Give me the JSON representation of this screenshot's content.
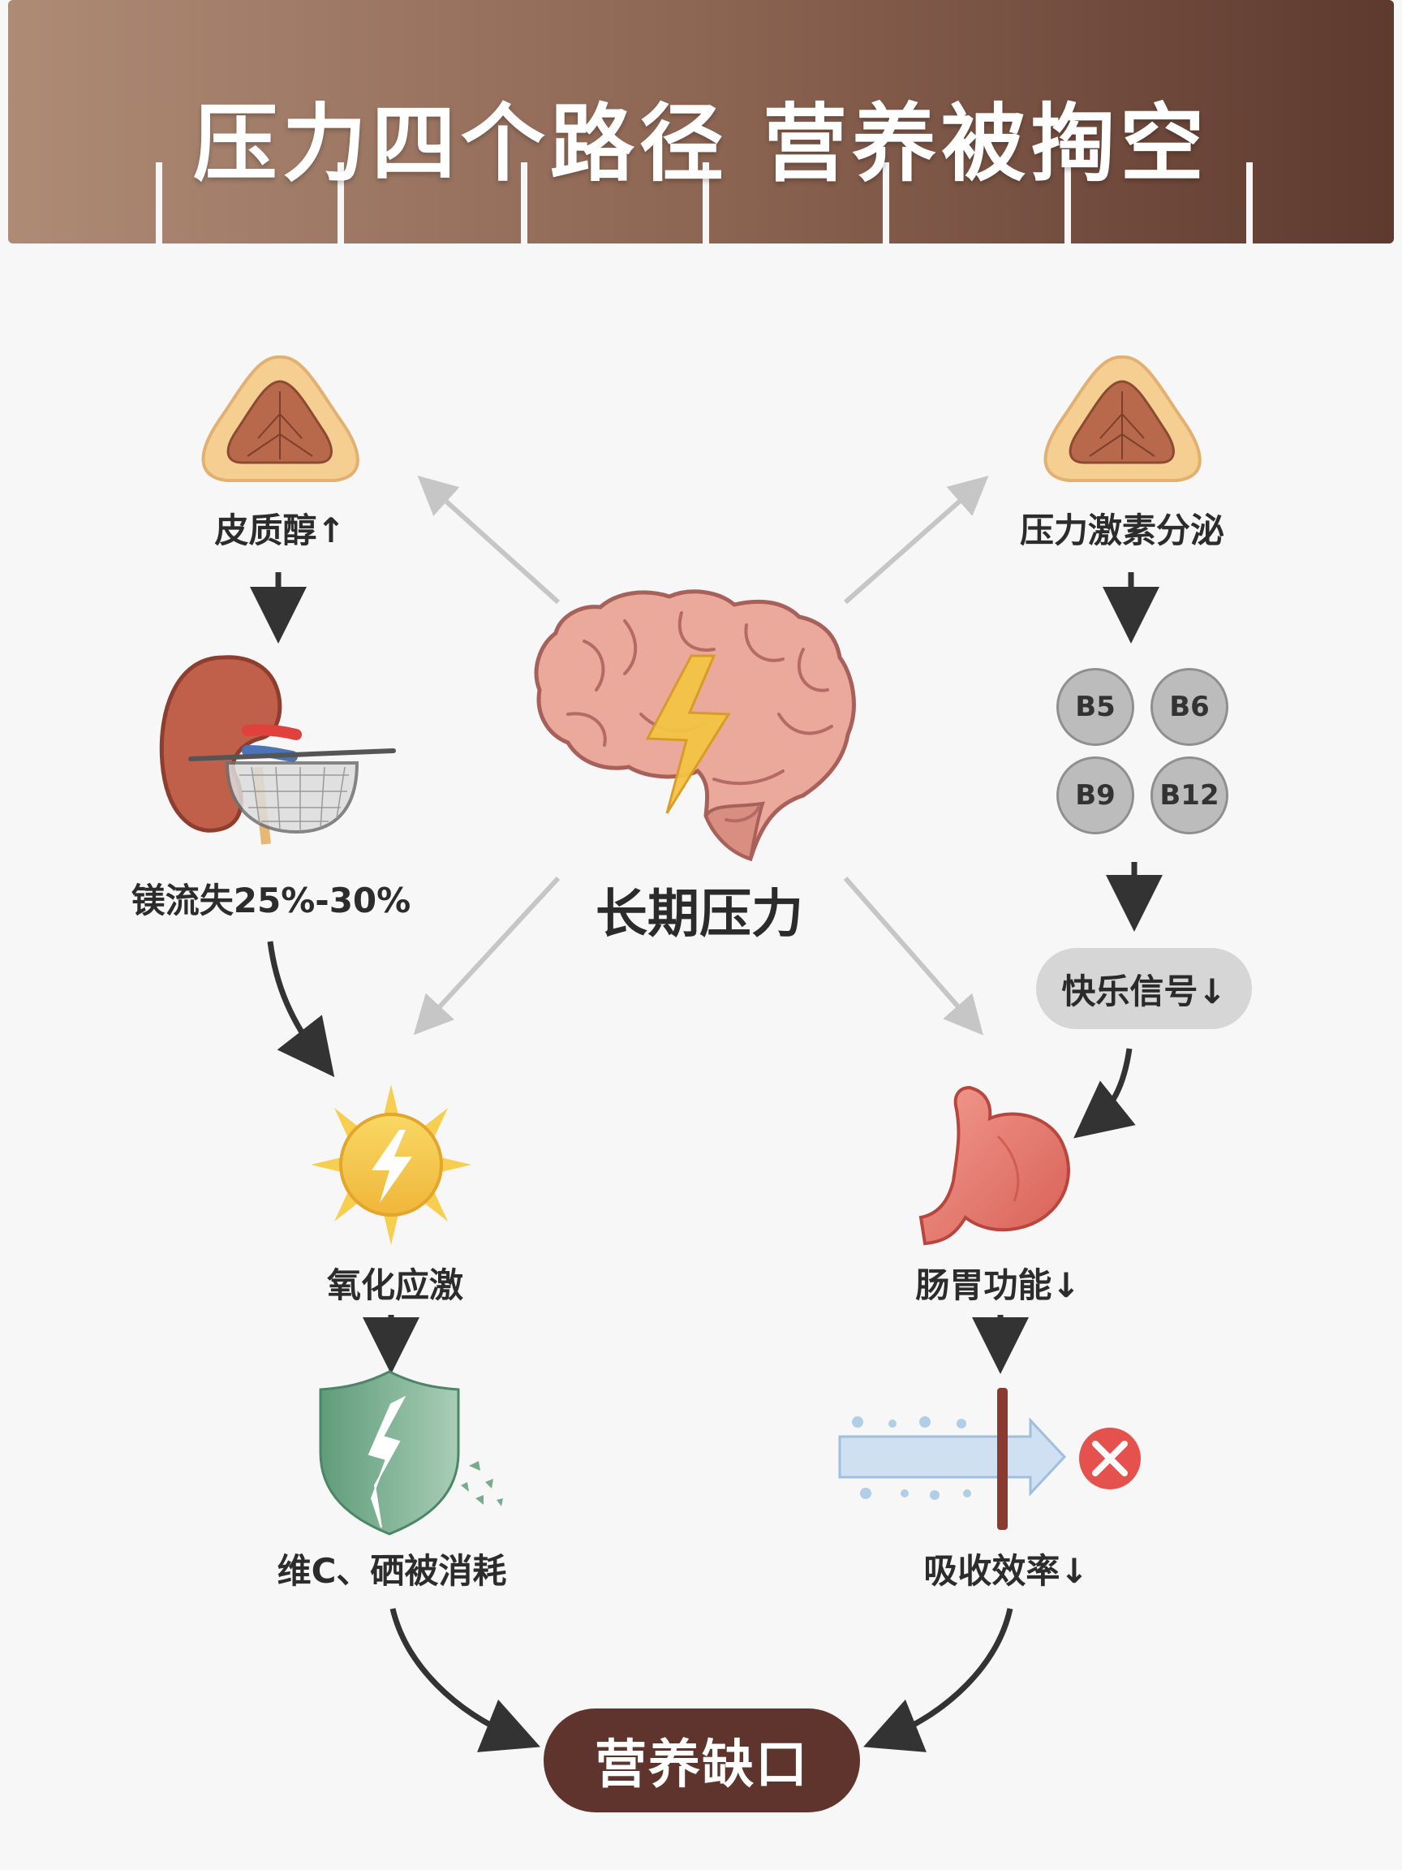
{
  "title": "压力四个路径 营养被掏空",
  "center": {
    "label": "长期压力"
  },
  "left_path": {
    "step1": "皮质醇↑",
    "step2": "镁流失25%-30%",
    "step3": "氧化应激",
    "step4": "维C、硒被消耗"
  },
  "right_path": {
    "step1": "压力激素分泌",
    "vitamins": [
      "B5",
      "B6",
      "B9",
      "B12"
    ],
    "step2": "快乐信号↓",
    "step3": "肠胃功能↓",
    "step4": "吸收效率↓"
  },
  "result": "营养缺口",
  "colors": {
    "banner_left": "#a88570",
    "banner_right": "#5f3a2f",
    "result_pill": "#5e342c",
    "arrow_dark": "#333333",
    "arrow_light": "#c4c4c4"
  }
}
